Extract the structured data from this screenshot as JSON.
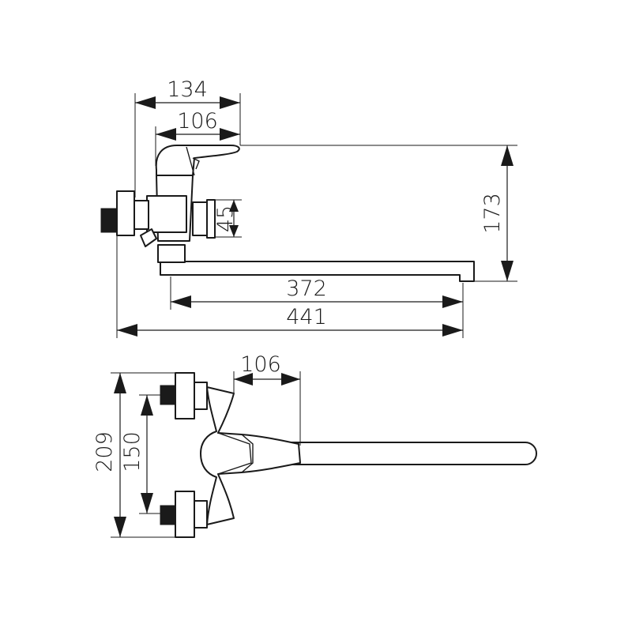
{
  "dimensions": {
    "side_width_total": "134",
    "side_width_body": "106",
    "side_height_handle": "173",
    "side_height_inlet": "45",
    "side_spout_reach": "372",
    "side_overall_length": "441",
    "top_spout_offset": "106",
    "top_overall_width": "209",
    "top_center_distance": "150"
  },
  "colors": {
    "line": "#1a1a1a",
    "background": "#ffffff"
  }
}
